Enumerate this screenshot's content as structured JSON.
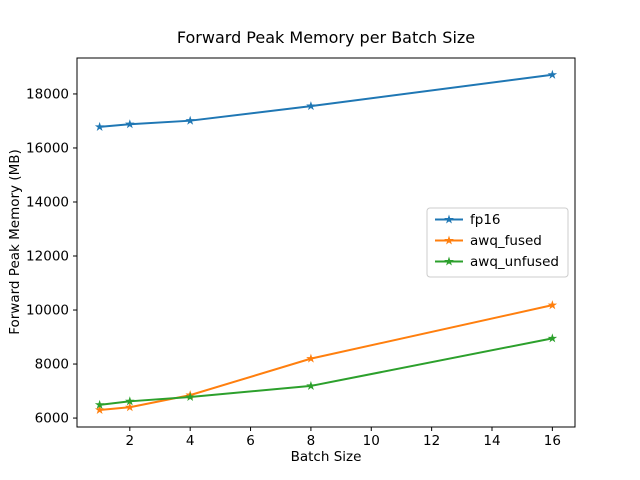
{
  "chart_data": {
    "type": "line",
    "title": "Forward Peak Memory per Batch Size",
    "xlabel": "Batch Size",
    "ylabel": "Forward Peak Memory (MB)",
    "x": [
      1,
      2,
      4,
      8,
      16
    ],
    "series": [
      {
        "name": "fp16",
        "color": "#1f77b4",
        "marker": "star",
        "values": [
          16780,
          16880,
          17010,
          17550,
          18710
        ]
      },
      {
        "name": "awq_fused",
        "color": "#ff7f0e",
        "marker": "star",
        "values": [
          6300,
          6400,
          6850,
          8200,
          10180
        ]
      },
      {
        "name": "awq_unfused",
        "color": "#2ca02c",
        "marker": "star",
        "values": [
          6490,
          6620,
          6780,
          7190,
          8950
        ]
      }
    ],
    "xticks": [
      2,
      4,
      6,
      8,
      10,
      12,
      14,
      16
    ],
    "yticks": [
      6000,
      8000,
      10000,
      12000,
      14000,
      16000,
      18000
    ],
    "xlim": [
      0.25,
      16.75
    ],
    "ylim": [
      5669,
      19331
    ],
    "grid": false,
    "legend_position": "center right",
    "legend_border_color": "#cccccc",
    "axis_color": "#000000",
    "background_color": "#ffffff"
  }
}
